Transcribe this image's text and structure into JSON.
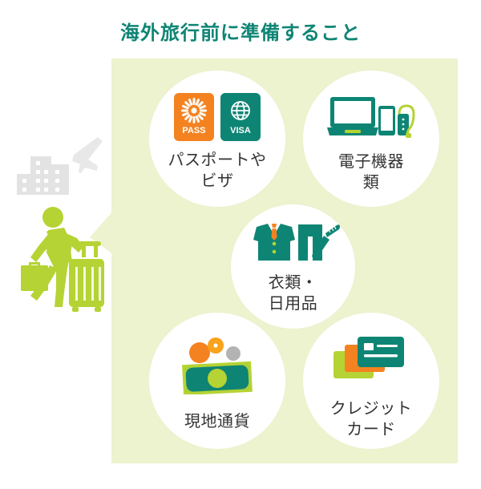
{
  "page": {
    "title": "海外旅行前に準備すること",
    "title_color": "#0e8574",
    "panel_color": "#edf2cf",
    "bubble_color": "#ffffff",
    "label_color": "#333333",
    "accent_teal": "#0e8574",
    "accent_orange": "#f48221",
    "accent_lime": "#b5d334",
    "accent_gray": "#b3b3b3"
  },
  "illustration": {
    "traveler_name": "traveler-with-luggage",
    "building_name": "city-building",
    "airplane_name": "airplane",
    "traveler_color": "#b5d334",
    "building_color": "#e3e3e3",
    "airplane_color": "#e8e8e8"
  },
  "items": [
    {
      "id": "passport",
      "label": "パスポートや\nビザ",
      "icon": "passport-visa-icon",
      "badges": [
        {
          "text": "PASS",
          "color": "#f48221",
          "emblem": "sunburst-emblem"
        },
        {
          "text": "VISA",
          "color": "#0e8574",
          "emblem": "globe-emblem"
        }
      ]
    },
    {
      "id": "devices",
      "label": "電子機器\n類",
      "icon": "electronic-devices-icon",
      "parts": [
        "laptop",
        "smartphone",
        "power-bank",
        "charging-cable"
      ]
    },
    {
      "id": "clothing",
      "label": "衣類・\n日用品",
      "icon": "clothing-toiletries-icon",
      "parts": [
        "suit-jacket",
        "necktie",
        "trousers",
        "toothbrush"
      ]
    },
    {
      "id": "currency",
      "label": "現地通貨",
      "icon": "local-currency-icon",
      "parts": [
        "coin-orange",
        "coin-yellow",
        "coin-gray",
        "banknote"
      ]
    },
    {
      "id": "creditcard",
      "label": "クレジット\nカード",
      "icon": "credit-card-icon",
      "parts": [
        "card-lime",
        "card-orange",
        "card-teal"
      ]
    }
  ]
}
